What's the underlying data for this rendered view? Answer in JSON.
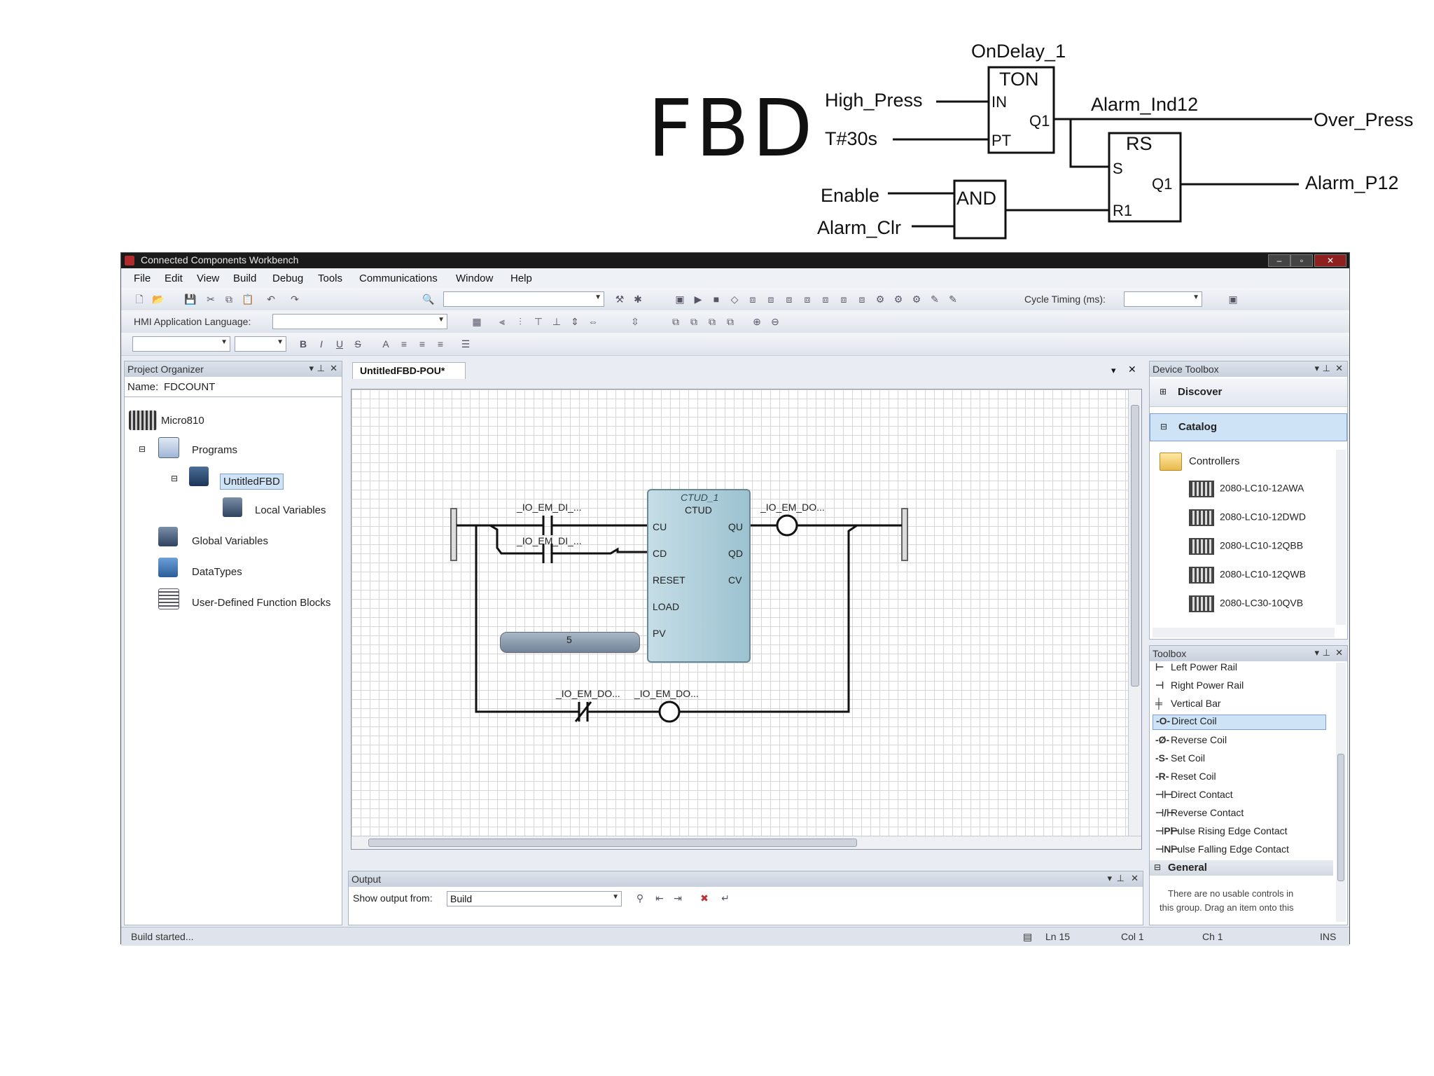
{
  "diagram": {
    "heading": "FBD",
    "ton_instance": "OnDelay_1",
    "ton_type": "TON",
    "ton_in": "IN",
    "ton_pt": "PT",
    "ton_q1": "Q1",
    "rs_type": "RS",
    "rs_s": "S",
    "rs_r1": "R1",
    "rs_q1": "Q1",
    "and_type": "AND",
    "in_high_press": "High_Press",
    "in_t30s": "T#30s",
    "in_enable": "Enable",
    "in_alarm_clr": "Alarm_Clr",
    "wire_alarm_ind12": "Alarm_Ind12",
    "out_over_press": "Over_Press",
    "out_alarm_p12": "Alarm_P12"
  },
  "window": {
    "title": "Connected Components Workbench",
    "menu": [
      "File",
      "Edit",
      "View",
      "Build",
      "Debug",
      "Tools",
      "Communications",
      "Window",
      "Help"
    ],
    "cycle_timing_label": "Cycle Timing (ms):",
    "hmi_language_label": "HMI Application Language:"
  },
  "project_organizer": {
    "title": "Project Organizer",
    "name_label": "Name:",
    "name_value": "FDCOUNT",
    "tree": [
      "Micro810",
      "Programs",
      "UntitledFBD",
      "Local Variables",
      "Global Variables",
      "DataTypes",
      "User-Defined Function Blocks"
    ]
  },
  "editor": {
    "tab_label": "UntitledFBD-POU*",
    "block_instance": "CTUD_1",
    "block_type": "CTUD",
    "inputs": [
      "CU",
      "CD",
      "RESET",
      "LOAD",
      "PV"
    ],
    "outputs": [
      "QU",
      "QD",
      "CV"
    ],
    "contact_1": "_IO_EM_DI_...",
    "contact_2": "_IO_EM_DI_...",
    "coil_top": "_IO_EM_DO...",
    "contact_bottom": "_IO_EM_DO...",
    "coil_bottom": "_IO_EM_DO...",
    "pv_value": "5"
  },
  "device_toolbox": {
    "title": "Device Toolbox",
    "discover": "Discover",
    "catalog": "Catalog",
    "folder": "Controllers",
    "items": [
      "2080-LC10-12AWA",
      "2080-LC10-12DWD",
      "2080-LC10-12QBB",
      "2080-LC10-12QWB",
      "2080-LC30-10QVB"
    ]
  },
  "toolbox": {
    "title": "Toolbox",
    "items": [
      {
        "glyph": "⊢",
        "label": "Left Power Rail"
      },
      {
        "glyph": "⊣",
        "label": "Right Power Rail"
      },
      {
        "glyph": "╪",
        "label": "Vertical Bar"
      },
      {
        "glyph": "-O-",
        "label": "Direct Coil"
      },
      {
        "glyph": "-Ø-",
        "label": "Reverse Coil"
      },
      {
        "glyph": "-S-",
        "label": "Set Coil"
      },
      {
        "glyph": "-R-",
        "label": "Reset Coil"
      },
      {
        "glyph": "⊣⊢",
        "label": "Direct Contact"
      },
      {
        "glyph": "⊣/⊢",
        "label": "Reverse Contact"
      },
      {
        "glyph": "⊣P⊢",
        "label": "Pulse Rising Edge Contact"
      },
      {
        "glyph": "⊣N⊢",
        "label": "Pulse Falling Edge Contact"
      }
    ],
    "selected": "Direct Coil",
    "general_group": "General",
    "general_note_1": "There are no usable controls in",
    "general_note_2": "this group. Drag an item onto this"
  },
  "output": {
    "title": "Output",
    "show_from_label": "Show output from:",
    "show_from_value": "Build"
  },
  "status": {
    "message": "Build started...",
    "ln": "Ln 15",
    "col": "Col 1",
    "ch": "Ch 1",
    "mode": "INS"
  },
  "colors": {
    "titlebar": "#1a1a1a",
    "selection": "#cfe3f7",
    "block_fill": "#9cc2d0"
  }
}
